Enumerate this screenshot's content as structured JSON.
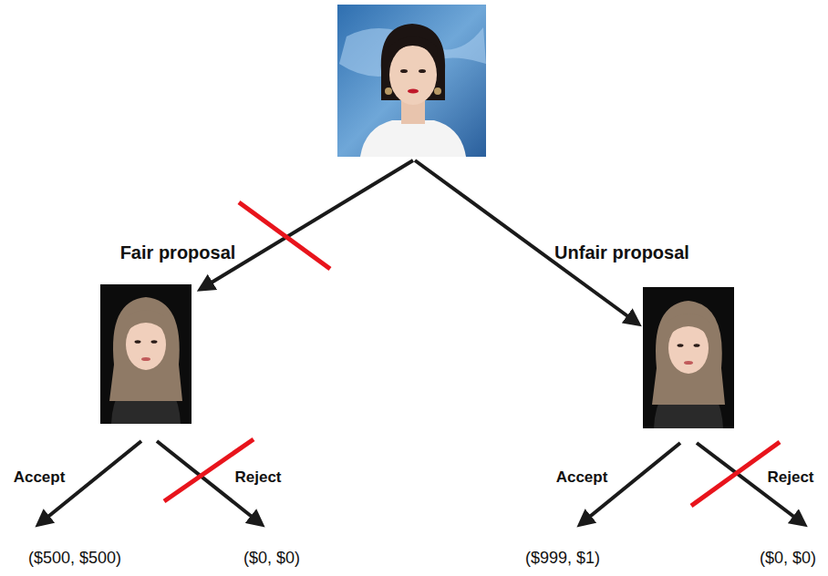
{
  "diagram": {
    "labels": [
      "Fair proposal",
      "Unfair proposal",
      "Accept",
      "Reject",
      "Accept",
      "Reject",
      "($500, $500)",
      "($0, $0)",
      "($999, $1)",
      "($0, $0)"
    ]
  }
}
